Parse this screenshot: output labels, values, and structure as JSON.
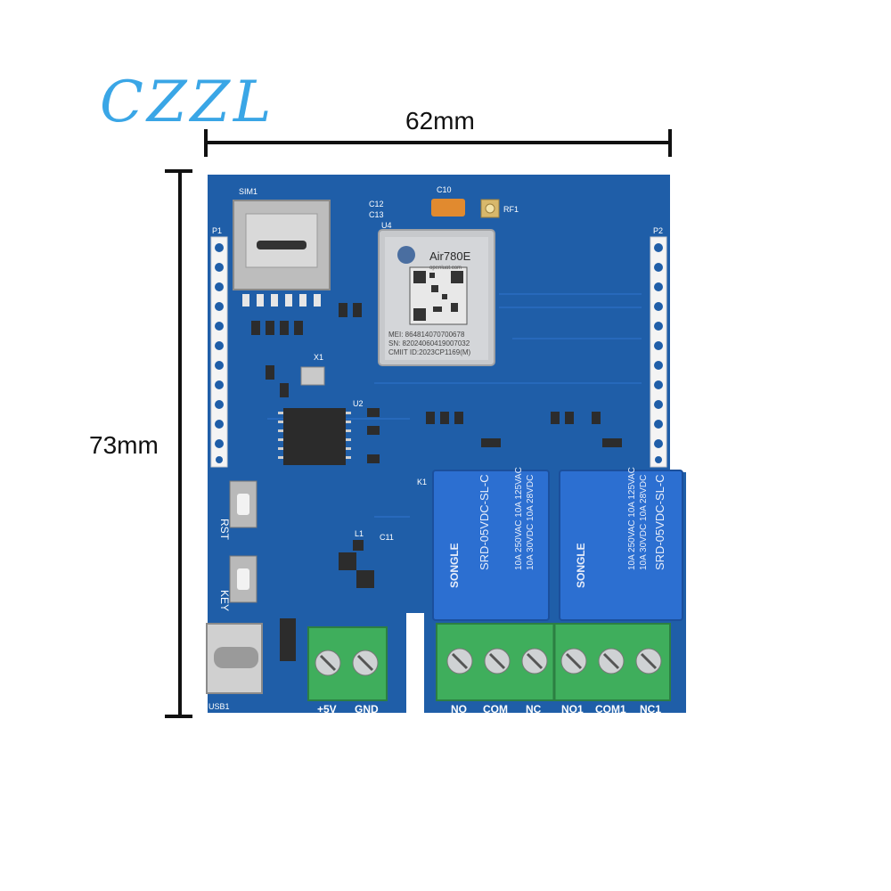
{
  "logo": {
    "text": "CZZL",
    "color": "#3aa6e6"
  },
  "dimensions": {
    "width": "62mm",
    "height": "73mm"
  },
  "board": {
    "color": "#1f5ea8",
    "module": {
      "model": "Air780E",
      "brand": "openluat.com",
      "mei": "MEI: 864814070700678",
      "sn": "SN: 82024060419007032",
      "cmiit": "CMIIT ID:2023CP1169(M)"
    },
    "silkscreen": {
      "sim": "SIM1",
      "p1": "P1",
      "p2": "P2",
      "rf": "RF1",
      "c10": "C10",
      "u4": "U4",
      "c12": "C12",
      "c13": "C13",
      "rst": "RST",
      "key": "KEY",
      "usb": "USB1",
      "k1": "K1",
      "l1": "L1",
      "c11": "C11",
      "x1": "X1",
      "u2": "U2"
    },
    "terminals": {
      "power": [
        "+5V",
        "GND"
      ],
      "relay1": [
        "NO",
        "COM",
        "NC"
      ],
      "relay2": [
        "NO1",
        "COM1",
        "NC1"
      ]
    },
    "relay": {
      "brand": "SONGLE",
      "model": "SRD-05VDC-SL-C",
      "rating1": "10A 250VAC  10A 125VAC",
      "rating2": "10A 30VDC  10A 28VDC",
      "color": "#2c6fd1"
    },
    "terminal_color": "#3fae5c"
  }
}
